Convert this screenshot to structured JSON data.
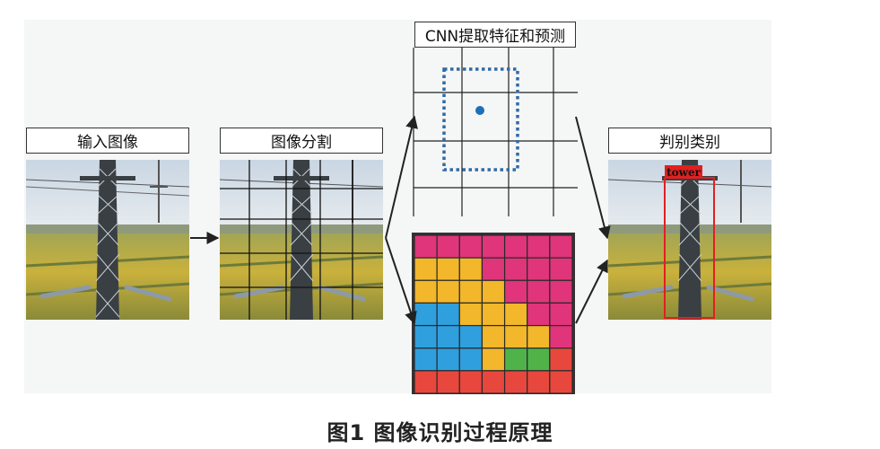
{
  "labels": {
    "input": "输入图像",
    "segment": "图像分割",
    "cnn": "CNN提取特征和预测",
    "classify": "判别类别"
  },
  "detection": {
    "tag": "tower"
  },
  "caption": "图1  图像识别过程原理",
  "colors": {
    "magenta": "#e0357a",
    "yellow": "#f2b72a",
    "blue": "#2f9fdd",
    "green": "#4fb34a",
    "red": "#e8473d",
    "dot": "#1f6fb4",
    "box_red": "#e02020"
  },
  "heatmap_grid": [
    [
      "magenta",
      "magenta",
      "magenta",
      "magenta",
      "magenta",
      "magenta",
      "magenta"
    ],
    [
      "yellow",
      "yellow",
      "yellow",
      "magenta",
      "magenta",
      "magenta",
      "magenta"
    ],
    [
      "yellow",
      "yellow",
      "yellow",
      "yellow",
      "magenta",
      "magenta",
      "magenta"
    ],
    [
      "blue",
      "blue",
      "yellow",
      "yellow",
      "yellow",
      "magenta",
      "magenta"
    ],
    [
      "blue",
      "blue",
      "blue",
      "yellow",
      "yellow",
      "yellow",
      "magenta"
    ],
    [
      "blue",
      "blue",
      "blue",
      "yellow",
      "green",
      "green",
      "red"
    ],
    [
      "red",
      "red",
      "red",
      "red",
      "red",
      "red",
      "red"
    ]
  ]
}
